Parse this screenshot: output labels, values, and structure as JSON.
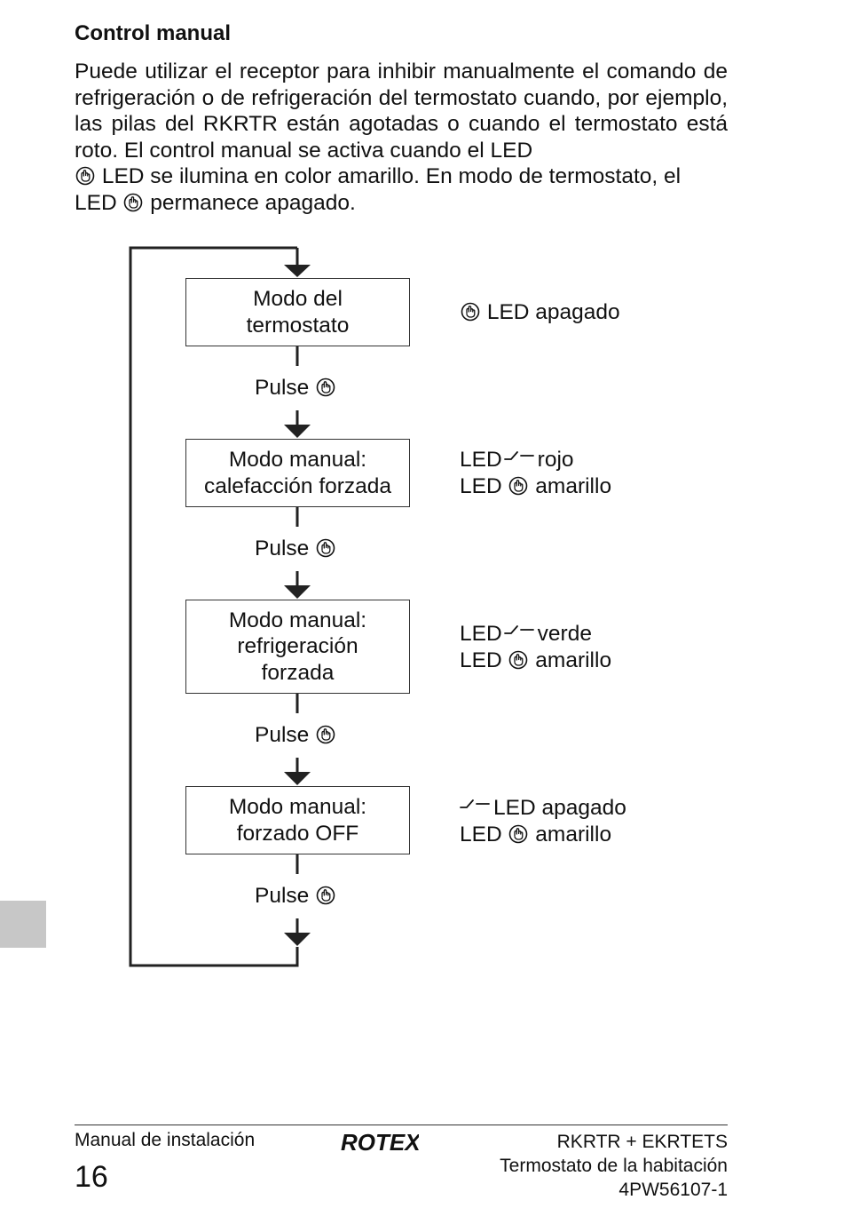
{
  "heading": "Control manual",
  "paragraph": {
    "line1": "Puede utilizar el receptor para inhibir manualmente el comando",
    "line2": "de refrigeración o de refrigeración del termostato cuando, por",
    "line3": "ejemplo, las pilas del RKRTR están agotadas o cuando el",
    "line4": "termostato está roto. El control manual se activa cuando el LED",
    "line5_rest": "LED se ilumina en color amarillo. En modo de termostato, el",
    "line6_pre": "LED",
    "line6_post": "permanece apagado."
  },
  "flow": {
    "boxes": [
      {
        "line1": "Modo del",
        "line2": "termostato"
      },
      {
        "line1": "Modo manual:",
        "line2": "calefacción forzada"
      },
      {
        "line1": "Modo manual:",
        "line2": "refrigeración",
        "line3": "forzada"
      },
      {
        "line1": "Modo manual:",
        "line2": "forzado OFF"
      }
    ],
    "pulse_label": "Pulse",
    "status": [
      {
        "text": "LED apagado"
      },
      {
        "led1_pre": "LED",
        "led1_post": "rojo",
        "led2_pre": "LED",
        "led2_post": "amarillo"
      },
      {
        "led1_pre": "LED",
        "led1_post": "verde",
        "led2_pre": "LED",
        "led2_post": "amarillo"
      },
      {
        "led1_post": "LED apagado",
        "led2_pre": "LED",
        "led2_post": "amarillo"
      }
    ],
    "icons": [
      "hand-pointer-icon",
      "fan-wave-icon"
    ]
  },
  "footer": {
    "left": "Manual de instalación",
    "page_number": "16",
    "logo": "ROTEX",
    "right_line1": "RKRTR + EKRTETS",
    "right_line2": "Termostato de la habitación",
    "right_line3": "4PW56107-1"
  }
}
